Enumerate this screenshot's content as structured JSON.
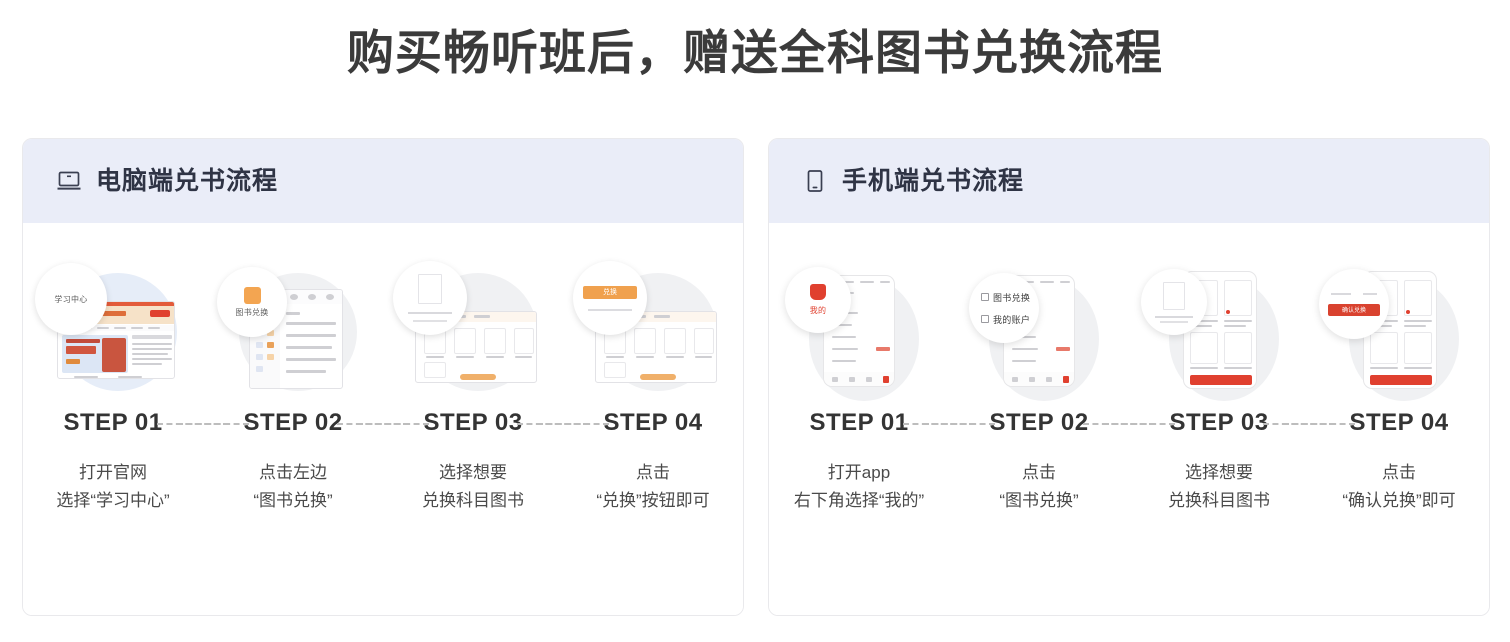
{
  "page": {
    "title": "购买畅听班后，赠送全科图书兑换流程",
    "background_color": "#ffffff",
    "title_color": "#3b3b3b"
  },
  "panels": [
    {
      "id": "desktop",
      "icon": "laptop-icon",
      "title": "电脑端兑书流程",
      "header_bg": "#eaedf8",
      "steps": [
        {
          "label": "STEP 01",
          "caption_line1": "打开官网",
          "caption_line2": "选择“学习中心”",
          "bubble_label": "学习中心",
          "thumb": "website-homepage-thumbnail"
        },
        {
          "label": "STEP 02",
          "caption_line1": "点击左边",
          "caption_line2": "“图书兑换”",
          "bubble_label": "图书兑换",
          "thumb": "study-center-sidebar-thumbnail"
        },
        {
          "label": "STEP 03",
          "caption_line1": "选择想要",
          "caption_line2": "兑换科目图书",
          "bubble_label": "",
          "thumb": "book-list-selection-thumbnail"
        },
        {
          "label": "STEP 04",
          "caption_line1": "点击",
          "caption_line2": "“兑换”按钮即可",
          "bubble_label": "兑换",
          "thumb": "exchange-button-thumbnail"
        }
      ]
    },
    {
      "id": "mobile",
      "icon": "phone-icon",
      "title": "手机端兑书流程",
      "header_bg": "#eaedf8",
      "steps": [
        {
          "label": "STEP 01",
          "caption_line1": "打开app",
          "caption_line2": "右下角选择“我的”",
          "bubble_label": "我的",
          "thumb": "app-mine-tab-thumbnail"
        },
        {
          "label": "STEP 02",
          "caption_line1": "点击",
          "caption_line2": "“图书兑换”",
          "bubble_menu_item1": "图书兑换",
          "bubble_menu_item2": "我的账户",
          "thumb": "app-menu-thumbnail"
        },
        {
          "label": "STEP 03",
          "caption_line1": "选择想要",
          "caption_line2": "兑换科目图书",
          "bubble_label": "",
          "thumb": "app-book-grid-thumbnail"
        },
        {
          "label": "STEP 04",
          "caption_line1": "点击",
          "caption_line2": "“确认兑换”即可",
          "bubble_label": "确认兑换",
          "thumb": "app-confirm-exchange-thumbnail"
        }
      ]
    }
  ],
  "colors": {
    "accent_orange": "#f3a551",
    "accent_red": "#e0402f",
    "header_lavender": "#eaedf8",
    "text_dark": "#343434",
    "dashed_line": "#bdbdbd"
  }
}
